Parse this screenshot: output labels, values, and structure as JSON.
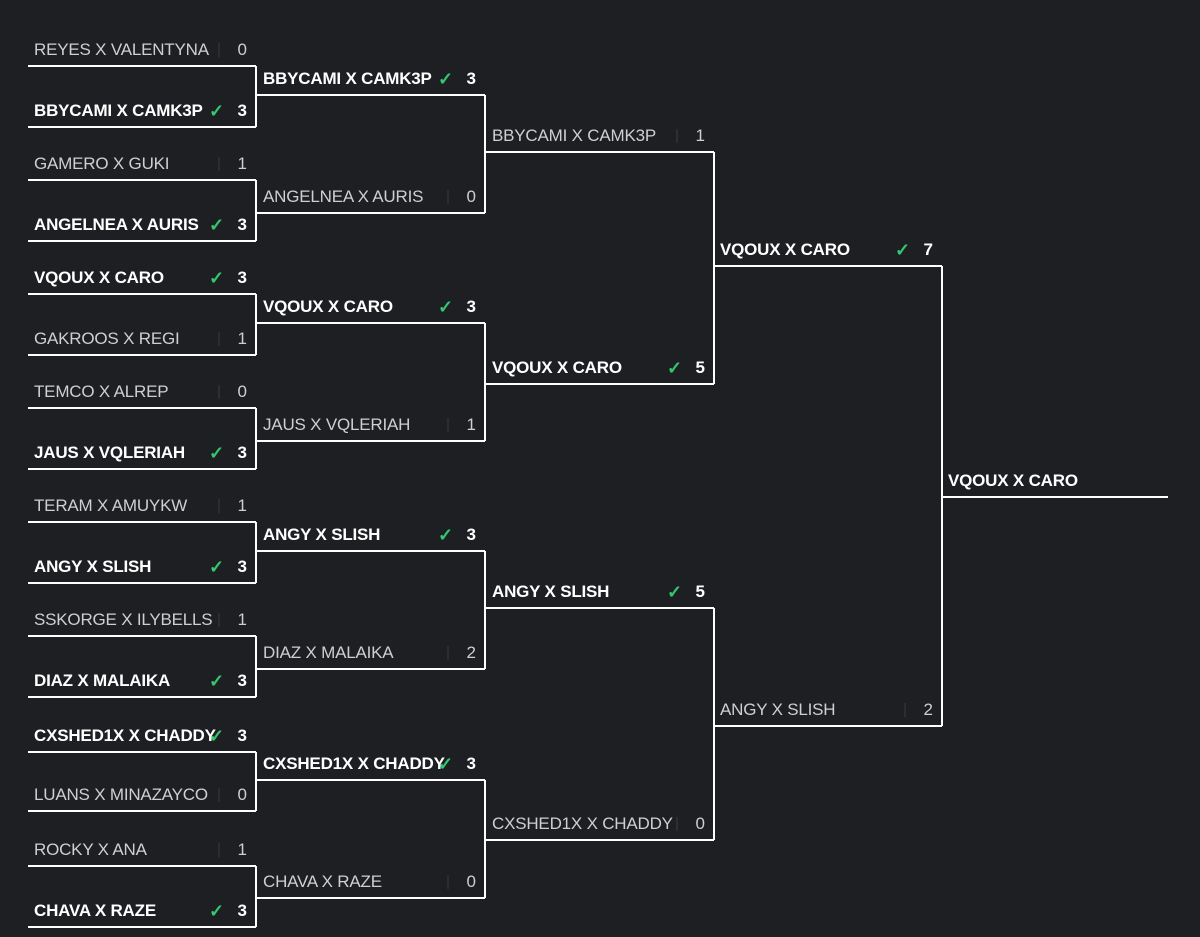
{
  "check_glyph": "✓",
  "colors": {
    "background": "#1e1f23",
    "line": "#ffffff",
    "check": "#32c86e"
  },
  "rounds": [
    {
      "name": "round-1",
      "matches": [
        {
          "a": {
            "team": "REYES X VALENTYNA",
            "score": "0",
            "win": false
          },
          "b": {
            "team": "BBYCAMI X CAMK3P",
            "score": "3",
            "win": true
          }
        },
        {
          "a": {
            "team": "GAMERO X GUKI",
            "score": "1",
            "win": false
          },
          "b": {
            "team": "ANGELNEA X AURIS",
            "score": "3",
            "win": true
          }
        },
        {
          "a": {
            "team": "VQOUX X CARO",
            "score": "3",
            "win": true
          },
          "b": {
            "team": "GAKROOS X REGI",
            "score": "1",
            "win": false
          }
        },
        {
          "a": {
            "team": "TEMCO X ALREP",
            "score": "0",
            "win": false
          },
          "b": {
            "team": "JAUS X VQLERIAH",
            "score": "3",
            "win": true
          }
        },
        {
          "a": {
            "team": "TERAM X AMUYKW",
            "score": "1",
            "win": false
          },
          "b": {
            "team": "ANGY X SLISH",
            "score": "3",
            "win": true
          }
        },
        {
          "a": {
            "team": "SSKORGE X ILYBELLS",
            "score": "1",
            "win": false
          },
          "b": {
            "team": "DIAZ X MALAIKA",
            "score": "3",
            "win": true
          }
        },
        {
          "a": {
            "team": "CXSHED1X X CHADDY",
            "score": "3",
            "win": true
          },
          "b": {
            "team": "LUANS X MINAZAYCO",
            "score": "0",
            "win": false
          }
        },
        {
          "a": {
            "team": "ROCKY X ANA",
            "score": "1",
            "win": false
          },
          "b": {
            "team": "CHAVA X RAZE",
            "score": "3",
            "win": true
          }
        }
      ]
    },
    {
      "name": "round-2",
      "matches": [
        {
          "a": {
            "team": "BBYCAMI X CAMK3P",
            "score": "3",
            "win": true
          },
          "b": {
            "team": "ANGELNEA X AURIS",
            "score": "0",
            "win": false
          }
        },
        {
          "a": {
            "team": "VQOUX X CARO",
            "score": "3",
            "win": true
          },
          "b": {
            "team": "JAUS X VQLERIAH",
            "score": "1",
            "win": false
          }
        },
        {
          "a": {
            "team": "ANGY X SLISH",
            "score": "3",
            "win": true
          },
          "b": {
            "team": "DIAZ X MALAIKA",
            "score": "2",
            "win": false
          }
        },
        {
          "a": {
            "team": "CXSHED1X X CHADDY",
            "score": "3",
            "win": true
          },
          "b": {
            "team": "CHAVA X RAZE",
            "score": "0",
            "win": false
          }
        }
      ]
    },
    {
      "name": "round-3",
      "matches": [
        {
          "a": {
            "team": "BBYCAMI X CAMK3P",
            "score": "1",
            "win": false
          },
          "b": {
            "team": "VQOUX X CARO",
            "score": "5",
            "win": true
          }
        },
        {
          "a": {
            "team": "ANGY X SLISH",
            "score": "5",
            "win": true
          },
          "b": {
            "team": "CXSHED1X X CHADDY",
            "score": "0",
            "win": false
          }
        }
      ]
    },
    {
      "name": "final",
      "matches": [
        {
          "a": {
            "team": "VQOUX X CARO",
            "score": "7",
            "win": true
          },
          "b": {
            "team": "ANGY X SLISH",
            "score": "2",
            "win": false
          }
        }
      ]
    }
  ],
  "champion": {
    "team": "VQOUX X CARO"
  }
}
